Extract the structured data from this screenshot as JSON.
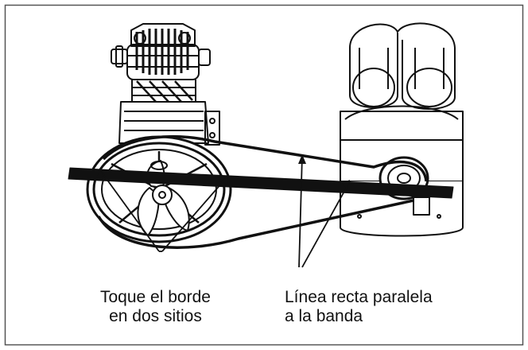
{
  "figure": {
    "caption_left": [
      "Toque el borde",
      "en dos sitios"
    ],
    "caption_right": [
      "Línea recta paralela",
      "a la banda"
    ]
  },
  "colors": {
    "ink": "#111111",
    "border": "#555555",
    "background": "#ffffff"
  }
}
